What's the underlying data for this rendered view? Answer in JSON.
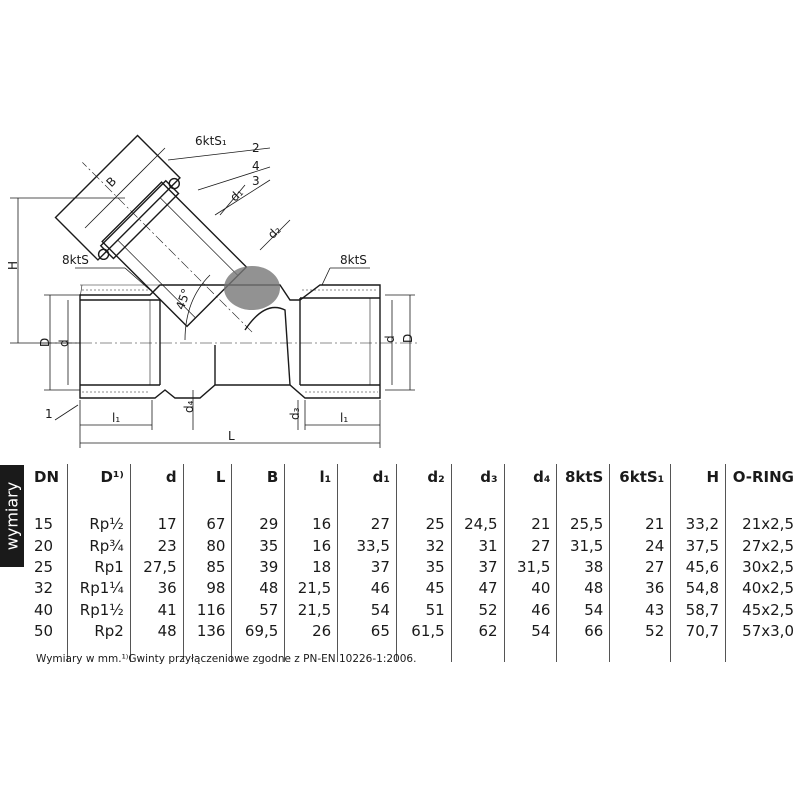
{
  "drawing": {
    "labels": {
      "hex_cap": "6ktS₁",
      "part2": "2",
      "part4": "4",
      "part3": "3",
      "B": "B",
      "d1": "d₁",
      "d2": "d₂",
      "H": "H",
      "octagon_left": "8ktS",
      "octagon_right": "8ktS",
      "D_left": "D",
      "d_left": "d",
      "angle": "45°",
      "part1": "1",
      "l1_left": "l₁",
      "d4": "d₄",
      "L": "L",
      "d3": "d₃",
      "l1_right": "l₁",
      "d_right": "d",
      "D_right": "D"
    }
  },
  "side_label": "wymiary",
  "table": {
    "headers": [
      "DN",
      "D¹⁾",
      "d",
      "L",
      "B",
      "l₁",
      "d₁",
      "d₂",
      "d₃",
      "d₄",
      "8ktS",
      "6ktS₁",
      "H",
      "O-RING"
    ],
    "rows": [
      [
        "15",
        "Rp½",
        "17",
        "67",
        "29",
        "16",
        "27",
        "25",
        "24,5",
        "21",
        "25,5",
        "21",
        "33,2",
        "21x2,5"
      ],
      [
        "20",
        "Rp¾",
        "23",
        "80",
        "35",
        "16",
        "33,5",
        "32",
        "31",
        "27",
        "31,5",
        "24",
        "37,5",
        "27x2,5"
      ],
      [
        "25",
        "Rp1",
        "27,5",
        "85",
        "39",
        "18",
        "37",
        "35",
        "37",
        "31,5",
        "38",
        "27",
        "45,6",
        "30x2,5"
      ],
      [
        "32",
        "Rp1¼",
        "36",
        "98",
        "48",
        "21,5",
        "46",
        "45",
        "47",
        "40",
        "48",
        "36",
        "54,8",
        "40x2,5"
      ],
      [
        "40",
        "Rp1½",
        "41",
        "116",
        "57",
        "21,5",
        "54",
        "51",
        "52",
        "46",
        "54",
        "43",
        "58,7",
        "45x2,5"
      ],
      [
        "50",
        "Rp2",
        "48",
        "136",
        "69,5",
        "26",
        "65",
        "61,5",
        "62",
        "54",
        "66",
        "52",
        "70,7",
        "57x3,0"
      ]
    ]
  },
  "footnote": "Wymiary w mm.¹⁾Gwinty przyłączeniowe zgodne z PN-EN 10226-1:2006."
}
